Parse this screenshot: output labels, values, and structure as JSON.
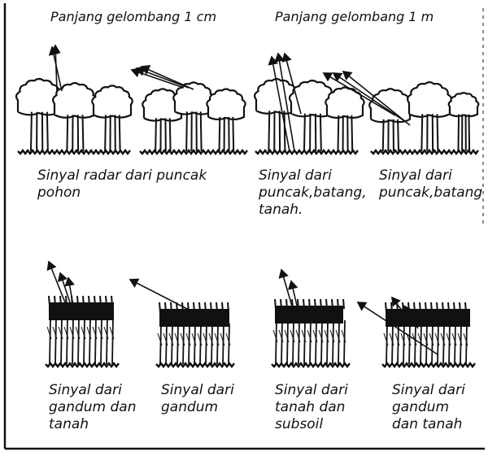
{
  "headers": {
    "left": "Panjang gelombang 1 cm",
    "right": "Panjang gelombang 1 m"
  },
  "captions": {
    "trees_a": "Sinyal radar dari puncak\npohon",
    "trees_b": "Sinyal dari\npuncak,batang,\ntanah.",
    "trees_c": "Sinyal dari\npuncak,batang",
    "wheat_a": "Sinyal dari\ngandum dan\ntanah",
    "wheat_b": "Sinyal dari\ngandum",
    "wheat_c": "Sinyal dari\ntanah dan\nsubsoil",
    "wheat_d": "Sinyal dari\ngandum\ndan tanah"
  },
  "colors": {
    "ink": "#111111",
    "paper": "#ffffff"
  }
}
